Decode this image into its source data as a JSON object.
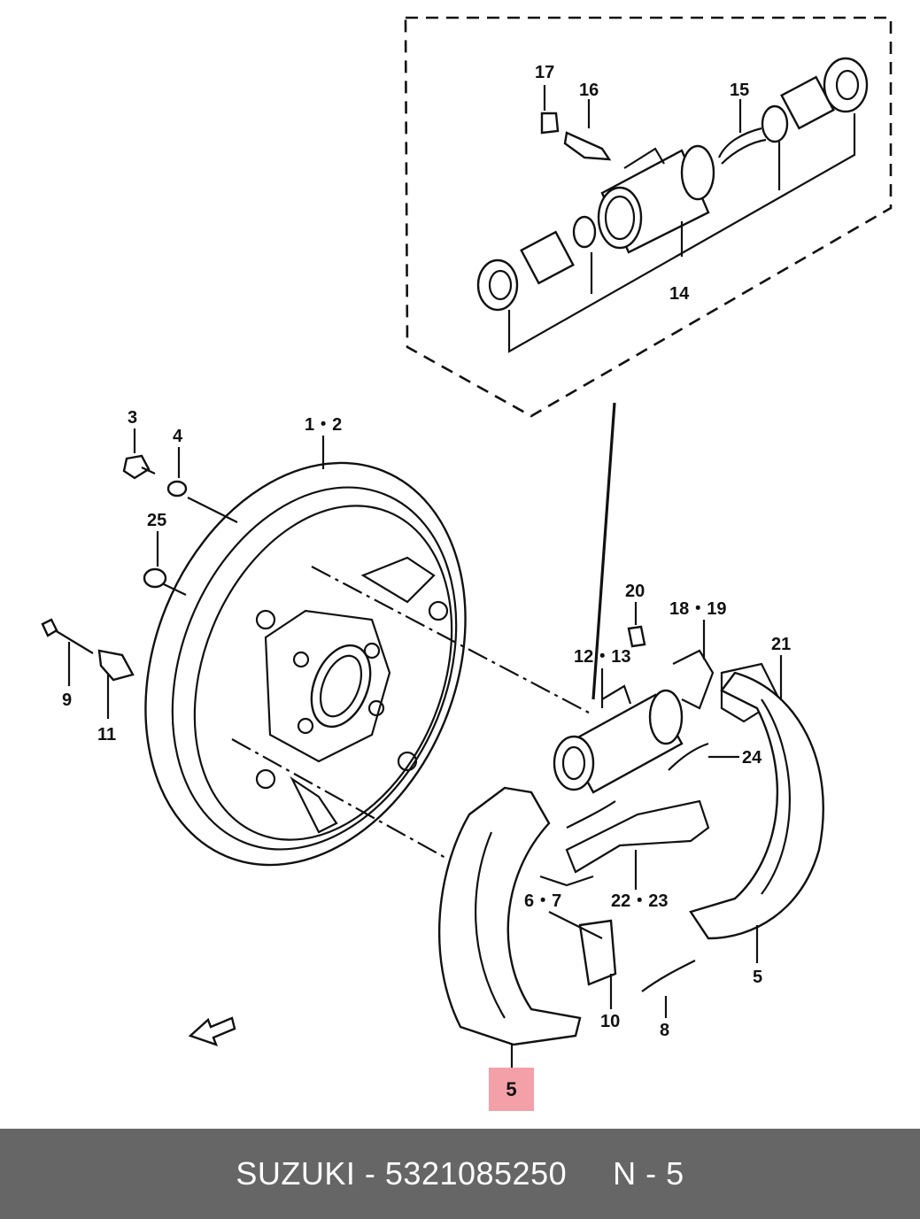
{
  "callouts": {
    "c17": "17",
    "c16": "16",
    "c15": "15",
    "c14": "14",
    "c3": "3",
    "c4": "4",
    "c1_2": "1・2",
    "c25": "25",
    "c9": "9",
    "c11": "11",
    "c20": "20",
    "c18_19": "18・19",
    "c21": "21",
    "c12_13": "12・13",
    "c24": "24",
    "c6_7": "6・7",
    "c22_23": "22・23",
    "c5_right": "5",
    "c10": "10",
    "c8": "8"
  },
  "highlight": {
    "label": "5",
    "color": "#f4a0a8"
  },
  "footer": {
    "brand": "SUZUKI",
    "sep": "-",
    "part_number": "5321085250",
    "ref": "N - 5",
    "background": "#666666"
  }
}
